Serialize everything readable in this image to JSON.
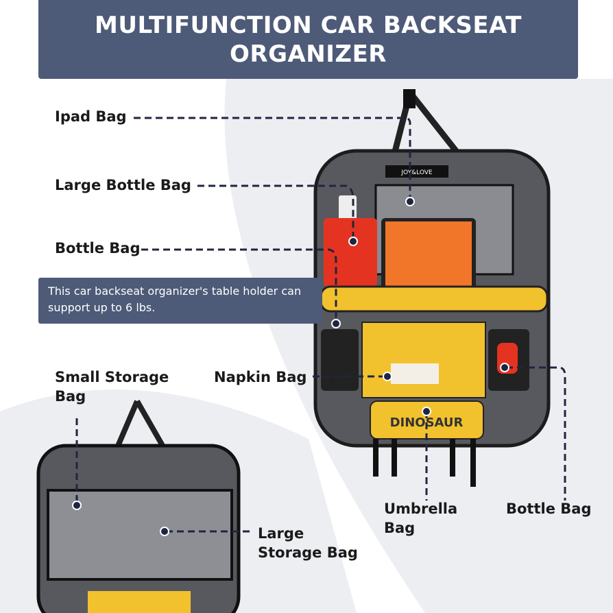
{
  "title": "MULTIFUNCTION CAR BACKSEAT ORGANIZER",
  "labels": {
    "ipad_bag": "Ipad Bag",
    "large_bottle_bag": "Large Bottle Bag",
    "bottle_bag_left": "Bottle Bag",
    "small_storage_bag": "Small Storage Bag",
    "napkin_bag": "Napkin Bag",
    "umbrella_bag": "Umbrella Bag",
    "bottle_bag_right": "Bottle Bag",
    "large_storage_bag": "Large Storage Bag"
  },
  "info_text": "This car backseat organizer's table holder can support up to 6 lbs.",
  "product": {
    "brand": "JOY&LOVE",
    "print": "DINOSAUR"
  },
  "colors": {
    "banner": "#4d5a78",
    "line": "#1f2540",
    "yellow": "#f2c12e",
    "fabric": "#5a5c63"
  }
}
